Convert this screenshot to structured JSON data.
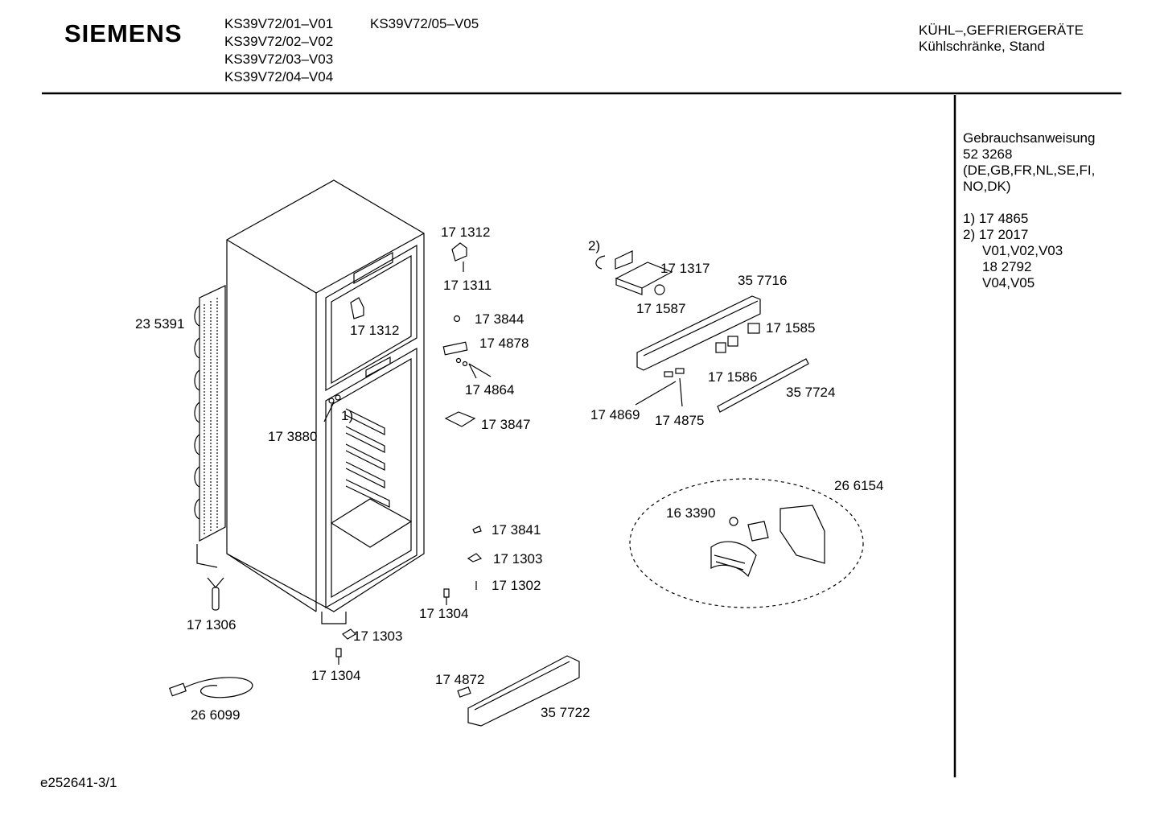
{
  "header": {
    "brand": "SIEMENS",
    "models_col1": [
      "KS39V72/01–V01",
      "KS39V72/02–V02",
      "KS39V72/03–V03",
      "KS39V72/04–V04"
    ],
    "models_col2": [
      "KS39V72/05–V05"
    ],
    "category_line1": "KÜHL–,GEFRIERGERÄTE",
    "category_line2": "Kühlschränke, Stand"
  },
  "sidebar": {
    "lines": [
      "Gebrauchsanweisung",
      "52 3268",
      "(DE,GB,FR,NL,SE,FI,",
      "NO,DK)"
    ],
    "notes": [
      "1) 17 4865",
      "2) 17 2017",
      "V01,V02,V03",
      "18 2792",
      "V04,V05"
    ]
  },
  "labels": {
    "p235391": "23 5391",
    "p171312a": "17 1312",
    "p171311": "17 1311",
    "p171312b": "17 1312",
    "p173844": "17 3844",
    "p174878": "17 4878",
    "p174864": "17 4864",
    "p173847": "17 3847",
    "p173880": "17 3880",
    "note1": "1)",
    "note2": "2)",
    "p171317": "17 1317",
    "p357716": "35 7716",
    "p171587": "17 1587",
    "p171585": "17 1585",
    "p171586": "17 1586",
    "p357724": "35 7724",
    "p174869": "17 4869",
    "p174875": "17 4875",
    "p266154": "26 6154",
    "p163390": "16 3390",
    "p173841": "17 3841",
    "p171303a": "17 1303",
    "p171302": "17 1302",
    "p171304a": "17 1304",
    "p171306": "17 1306",
    "p171303b": "17 1303",
    "p171304b": "17 1304",
    "p174872": "17 4872",
    "p357722": "35 7722",
    "p266099": "26 6099"
  },
  "footer": {
    "code": "e252641-3/1"
  }
}
